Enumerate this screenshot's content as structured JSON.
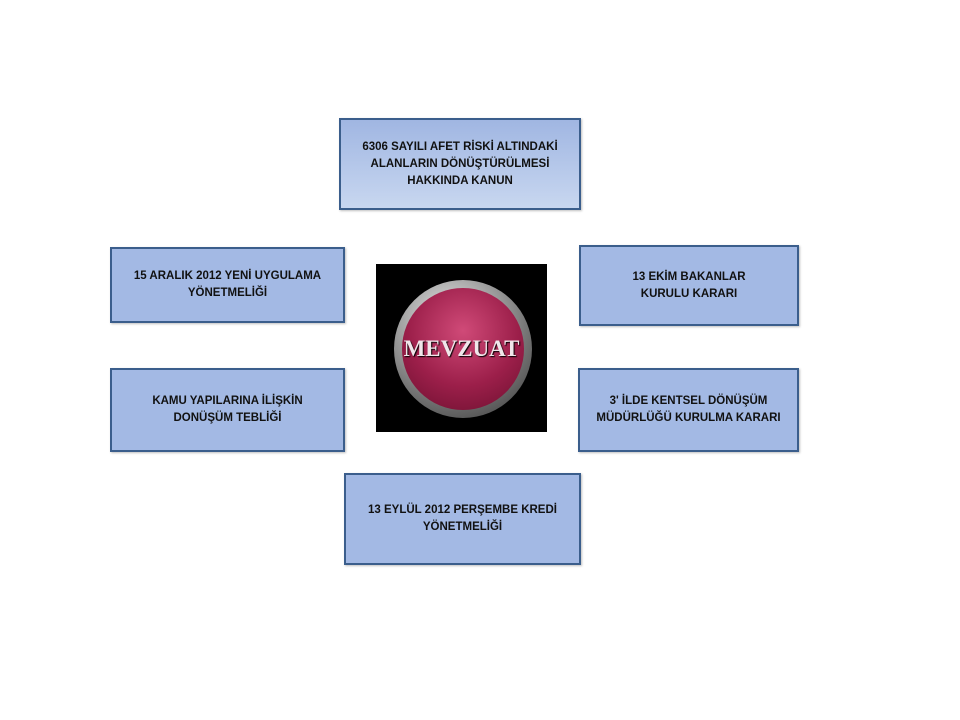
{
  "center": {
    "logo_text": "MEVZUAT"
  },
  "boxes": {
    "top": "6306 SAYILI AFET RİSKİ ALTINDAKİ ALANLARIN DÖNÜŞTÜRÜLMESİ HAKKINDA KANUN",
    "left_upper": "15 ARALIK 2012 YENİ UYGULAMA YÖNETMELİĞİ",
    "right_upper": "13 EKİM BAKANLAR KURULU KARARI",
    "left_lower": "KAMU YAPILARINA İLİŞKİN DONÜŞÜM TEBLİĞİ",
    "right_lower": "3' İLDE KENTSEL DÖNÜŞÜM MÜDÜRLÜĞÜ KURULMA KARARI",
    "bottom": "13 EYLÜL 2012 PERŞEMBE KREDİ YÖNETMELİĞİ"
  }
}
